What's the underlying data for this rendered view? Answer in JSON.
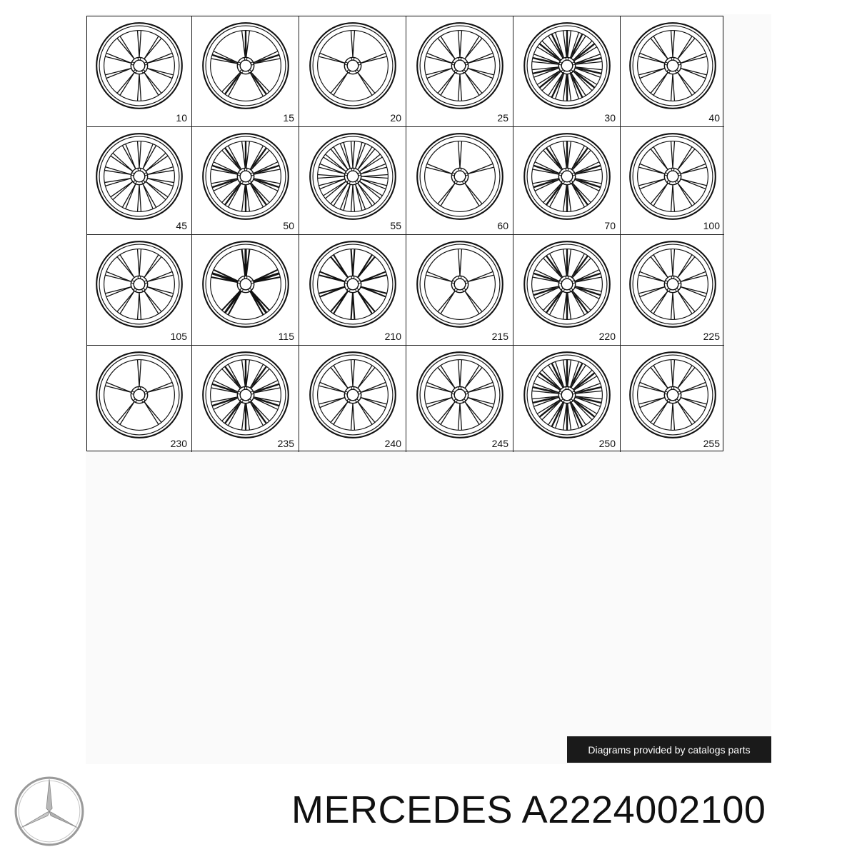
{
  "wheels": [
    {
      "label": "10"
    },
    {
      "label": "15"
    },
    {
      "label": "20"
    },
    {
      "label": "25"
    },
    {
      "label": "30"
    },
    {
      "label": "40"
    },
    {
      "label": "45"
    },
    {
      "label": "50"
    },
    {
      "label": "55"
    },
    {
      "label": "60"
    },
    {
      "label": "70"
    },
    {
      "label": "100"
    },
    {
      "label": "105"
    },
    {
      "label": "115"
    },
    {
      "label": "210"
    },
    {
      "label": "215"
    },
    {
      "label": "220"
    },
    {
      "label": "225"
    },
    {
      "label": "230"
    },
    {
      "label": "235"
    },
    {
      "label": "240"
    },
    {
      "label": "245"
    },
    {
      "label": "250"
    },
    {
      "label": "255"
    }
  ],
  "credit": {
    "text": "Diagrams provided by catalogs parts"
  },
  "brand": {
    "logo_icon": "mercedes-star-icon",
    "logo_color": "#9a9a9a"
  },
  "title": {
    "text": "MERCEDES A2224002100"
  }
}
